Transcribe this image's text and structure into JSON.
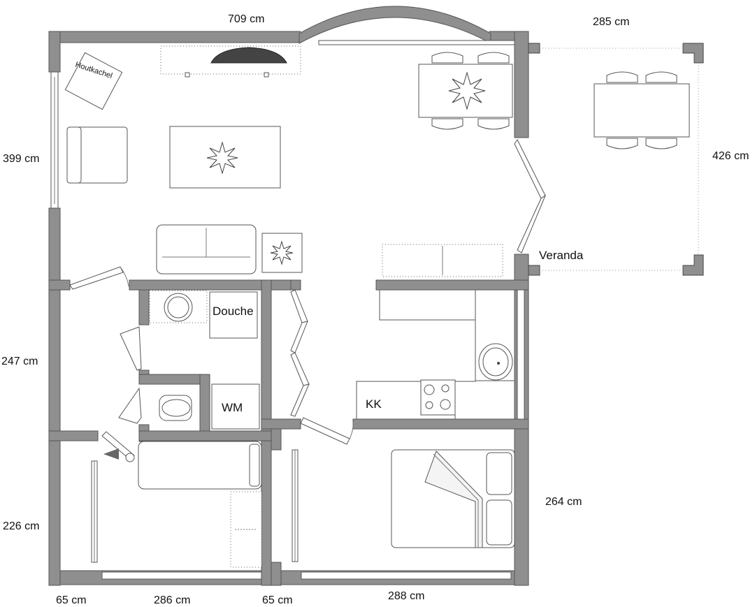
{
  "dimensions": {
    "top_living": "709 cm",
    "top_veranda": "285 cm",
    "left_living": "399 cm",
    "right_veranda": "426 cm",
    "left_middle": "247 cm",
    "left_bottom": "226 cm",
    "right_bedroom": "264 cm",
    "bottom_a": "65 cm",
    "bottom_b": "286 cm",
    "bottom_c": "65 cm",
    "bottom_d": "288 cm"
  },
  "labels": {
    "stove": "Houtkachel",
    "shower": "Douche",
    "washing_machine": "WM",
    "kitchen": "KK",
    "veranda": "Veranda"
  },
  "colors": {
    "wall": "#8f8f8f",
    "outline": "#555555"
  }
}
